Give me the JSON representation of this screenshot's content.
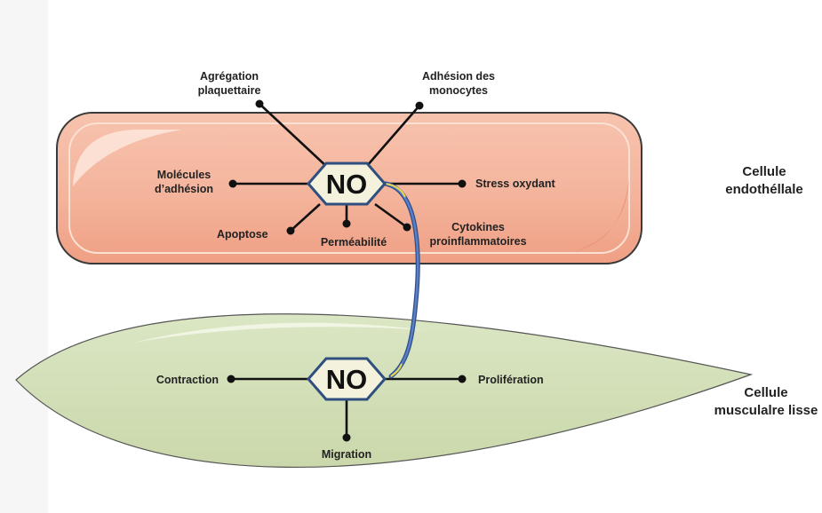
{
  "endothelial_cell": {
    "label_line1": "Cellule",
    "label_line2": "endothéllale",
    "hub": "NO",
    "effects": {
      "platelet_line1": "Agrégation",
      "platelet_line2": "plaquettaire",
      "monocyte_line1": "Adhésion des",
      "monocyte_line2": "monocytes",
      "adhesion_line1": "Molécules",
      "adhesion_line2": "d’adhésion",
      "stress": "Stress oxydant",
      "apoptosis": "Apoptose",
      "permeability": "Perméabilité",
      "cytokines_line1": "Cytokines",
      "cytokines_line2": "proinflammatoires"
    }
  },
  "smooth_muscle_cell": {
    "label_line1": "Cellule",
    "label_line2": "musculalre lisse",
    "hub": "NO",
    "effects": {
      "contraction": "Contraction",
      "proliferation": "Prolifération",
      "migration": "Migration"
    }
  },
  "colors": {
    "endothelial_fill": "#f4b49c",
    "endothelial_stroke": "#3a3a3a",
    "muscle_fill": "#d3dfb8",
    "hub_fill": "#f4f2dc",
    "arrow": "#3f63a6",
    "arrow_highlight": "#e8d84a"
  }
}
